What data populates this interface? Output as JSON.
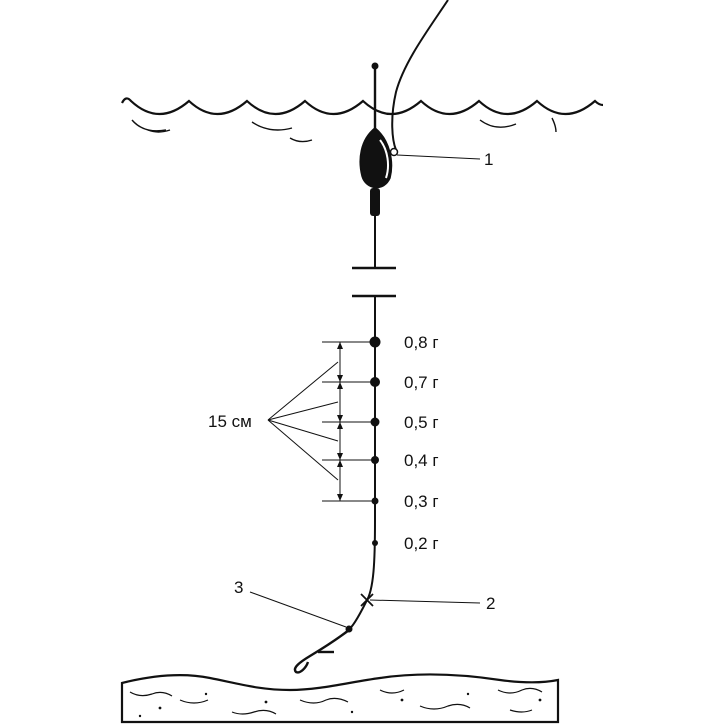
{
  "callouts": {
    "float_number": "1",
    "swivel_number": "2",
    "hook_link_number": "3",
    "spacing_label": "15 см"
  },
  "shot_weights": [
    "0,8 г",
    "0,7 г",
    "0,5 г",
    "0,4 г",
    "0,3 г",
    "0,2 г"
  ],
  "colors": {
    "ink": "#111111",
    "background": "#ffffff"
  }
}
